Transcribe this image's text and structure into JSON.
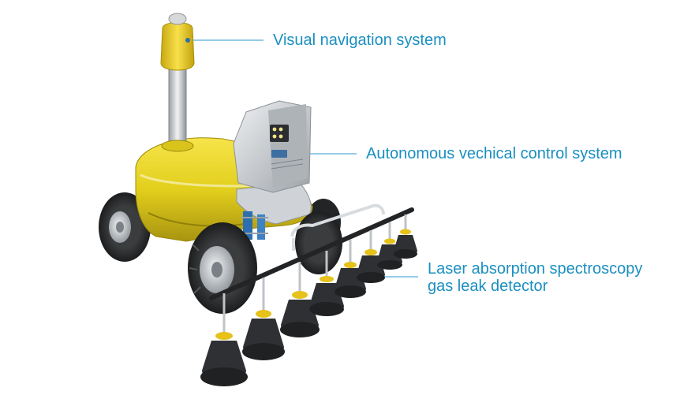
{
  "callouts": {
    "navigation": {
      "label": "Visual navigation system"
    },
    "control": {
      "label": "Autonomous vechical control system"
    },
    "detector": {
      "line1": "Laser absorption spectroscopy",
      "line2": "gas leak detector"
    }
  },
  "colors": {
    "callout_text": "#1a8fc0",
    "callout_line": "#2a9ad0",
    "robot_body": "#e2cf1c",
    "robot_body_shade": "#b9a50e",
    "panel_gray": "#c9cdd1",
    "tire": "#2a2c2e",
    "detector_cup": "#2e3033",
    "detector_collar": "#e6c21a",
    "suspension_blue": "#2b6fb0"
  },
  "icons": {
    "robot": "gas-inspection-robot-illustration"
  }
}
